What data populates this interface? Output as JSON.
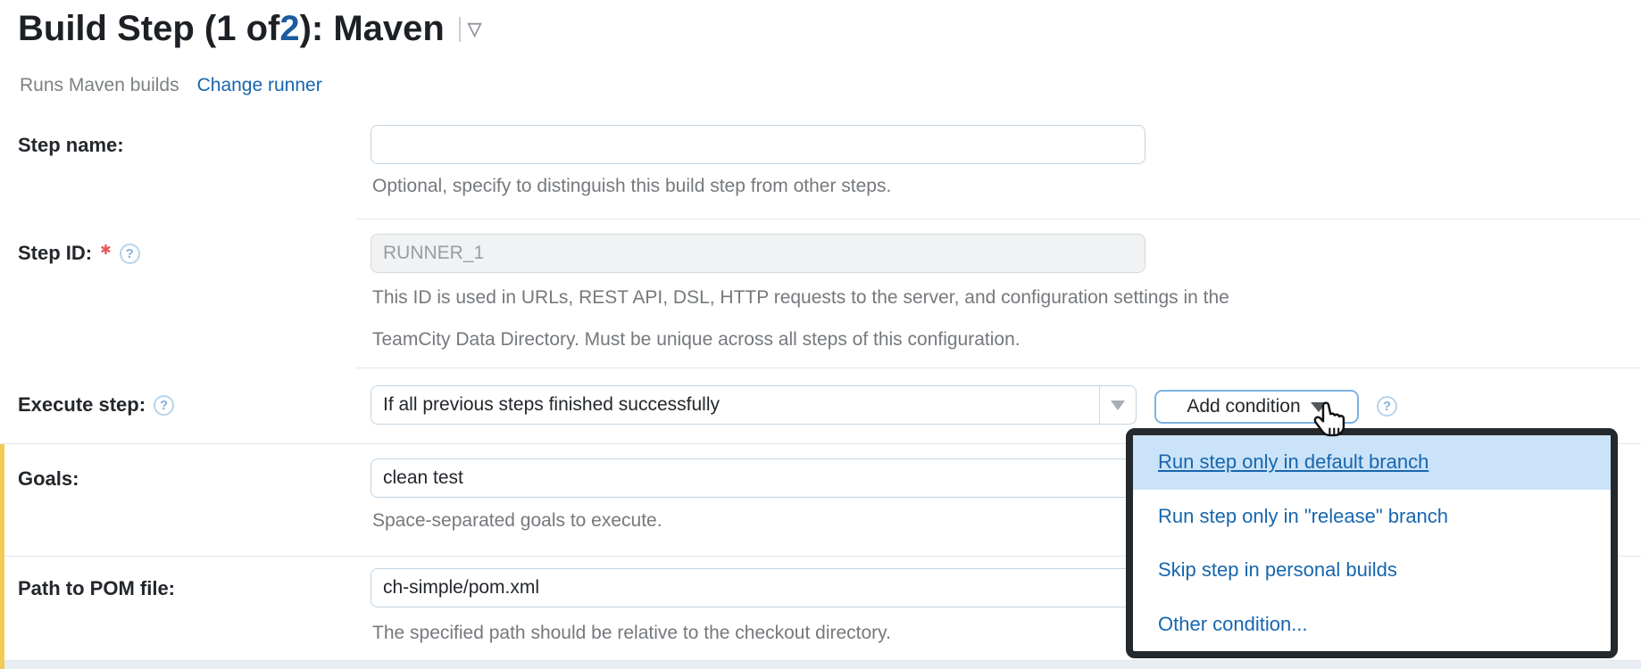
{
  "header": {
    "title_prefix": "Build Step (1 of ",
    "title_count": "2",
    "title_suffix": "): Maven",
    "runner_description": "Runs Maven builds",
    "change_runner_label": "Change runner"
  },
  "form": {
    "step_name": {
      "label": "Step name:",
      "value": "",
      "note": "Optional, specify to distinguish this build step from other steps."
    },
    "step_id": {
      "label": "Step ID:",
      "required_mark": "✱",
      "value": "RUNNER_1",
      "note_lines": [
        "This ID is used in URLs, REST API, DSL, HTTP requests to the server, and configuration settings in the",
        "TeamCity Data Directory. Must be unique across all steps of this configuration."
      ]
    },
    "execute_step": {
      "label": "Execute step:",
      "selected_value": "If all previous steps finished successfully",
      "add_condition_label": "Add condition",
      "help_icon_glyph": "?"
    },
    "goals": {
      "label": "Goals:",
      "value": "clean test",
      "note": "Space-separated goals to execute."
    },
    "pom_path": {
      "label": "Path to POM file:",
      "value": "ch-simple/pom.xml",
      "note": "The specified path should be relative to the checkout directory."
    }
  },
  "condition_menu": {
    "items": [
      {
        "label": "Run step only in default branch",
        "highlighted": true
      },
      {
        "label": "Run step only in \"release\" branch",
        "highlighted": false
      },
      {
        "label": "Skip step in personal builds",
        "highlighted": false
      },
      {
        "label": "Other condition...",
        "highlighted": false
      }
    ]
  },
  "colors": {
    "link_blue": "#1766ae",
    "title_count_blue": "#1b5b9e",
    "menu_highlight": "#cbe3f8",
    "menu_border": "#24292d",
    "changed_section_yellow": "#f3ca57",
    "input_border": "#c2d4e2",
    "disabled_input_bg": "#f1f2f3",
    "note_gray": "#75797d",
    "required_red": "#e4575c",
    "focus_button_border": "#7fb2e5"
  }
}
